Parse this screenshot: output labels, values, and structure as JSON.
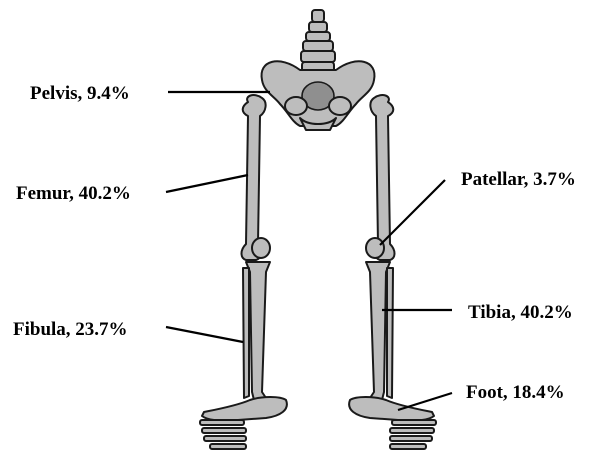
{
  "labels": {
    "pelvis": "Pelvis, 9.4%",
    "femur": "Femur, 40.2%",
    "fibula": "Fibula, 23.7%",
    "patellar": "Patellar, 3.7%",
    "tibia": "Tibia, 40.2%",
    "foot": "Foot, 18.4%"
  },
  "colors": {
    "bone_fill": "#bdbdbd",
    "bone_outline": "#1a1a1a",
    "text": "#000000",
    "background": "#ffffff"
  }
}
